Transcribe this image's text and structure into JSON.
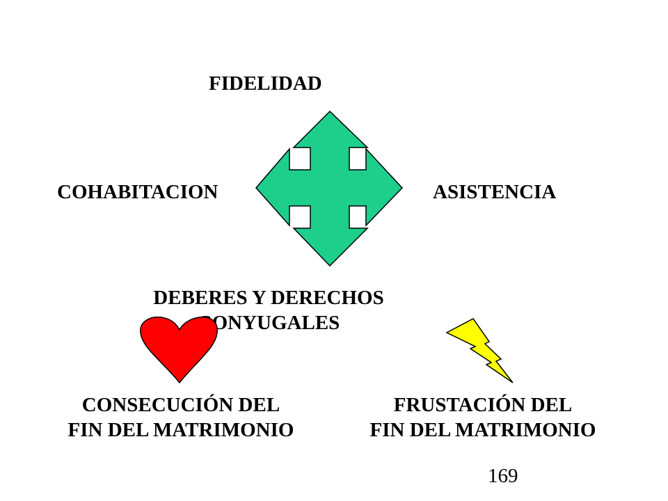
{
  "diagram": {
    "top_label": "FIDELIDAD",
    "left_label": "COHABITACION",
    "right_label": "ASISTENCIA",
    "center_lines": [
      "DEBERES Y DERECHOS",
      "CONYUGALES"
    ],
    "bottom_left_lines": [
      "CONSECUCIÓN DEL",
      "FIN DEL MATRIMONIO"
    ],
    "bottom_right_lines": [
      "FRUSTACIÓN DEL",
      "FIN DEL MATRIMONIO"
    ],
    "page_number": "169"
  },
  "colors": {
    "arrow_fill": "#1ecf8c",
    "heart_fill": "#ff0000",
    "bolt_fill": "#ffff00",
    "outline": "#000000"
  },
  "icons": {
    "arrow": "four-way-arrow-icon",
    "heart": "heart-icon",
    "bolt": "lightning-bolt-icon"
  }
}
